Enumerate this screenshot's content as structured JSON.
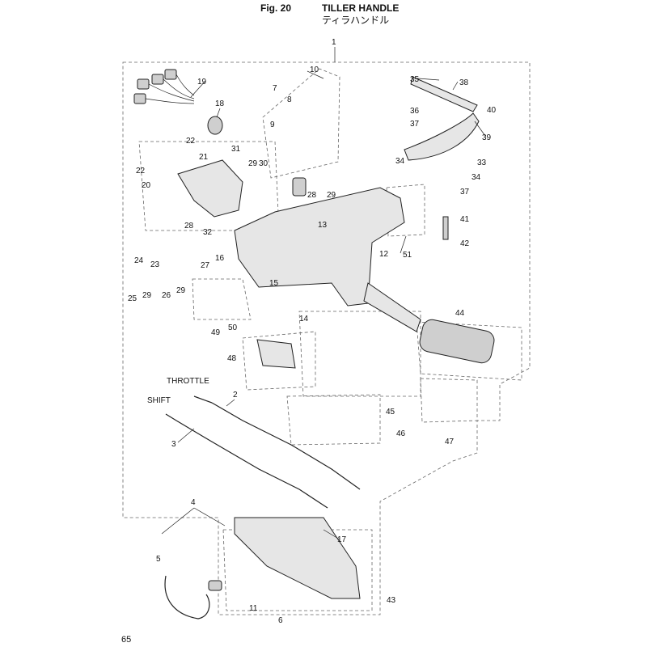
{
  "header": {
    "fig_label": "Fig. 20",
    "title_en": "TILLER HANDLE",
    "title_jp": "ティラハンドル"
  },
  "page_number": "65",
  "labels": {
    "throttle": "THROTTLE",
    "shift": "SHIFT"
  },
  "callouts": [
    "1",
    "2",
    "3",
    "4",
    "5",
    "6",
    "7",
    "8",
    "9",
    "10",
    "11",
    "12",
    "13",
    "14",
    "15",
    "16",
    "17",
    "18",
    "19",
    "20",
    "21",
    "22",
    "22",
    "23",
    "24",
    "25",
    "26",
    "27",
    "28",
    "28",
    "29",
    "29",
    "29",
    "29",
    "30",
    "31",
    "32",
    "33",
    "34",
    "34",
    "35",
    "36",
    "37",
    "37",
    "38",
    "39",
    "40",
    "41",
    "42",
    "43",
    "44",
    "45",
    "46",
    "47",
    "48",
    "49",
    "50",
    "51"
  ]
}
